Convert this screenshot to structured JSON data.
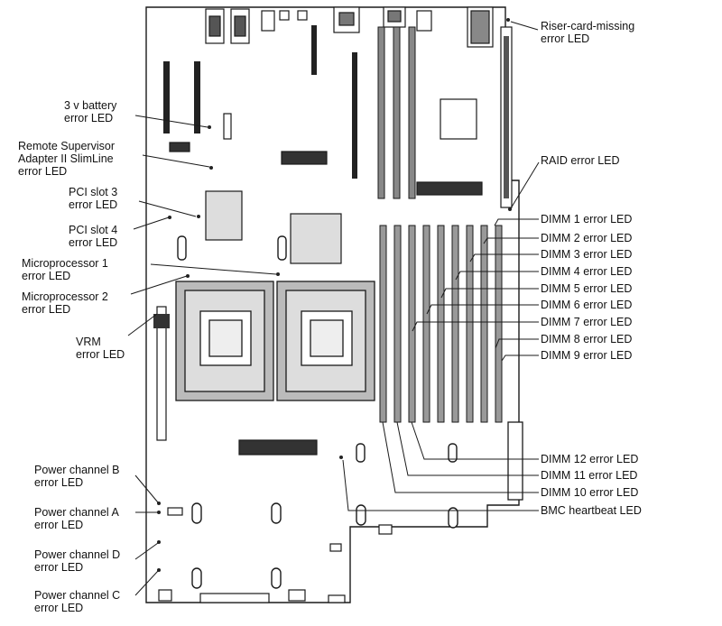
{
  "labels": {
    "riser": {
      "l1": "Riser-card-missing",
      "l2": "error LED"
    },
    "battery": {
      "l1": "3 v battery",
      "l2": "error LED"
    },
    "rsa": {
      "l1": "Remote Supervisor",
      "l2": "Adapter II SlimLine",
      "l3": "error LED"
    },
    "pci3": {
      "l1": "PCI slot 3",
      "l2": "error LED"
    },
    "pci4": {
      "l1": "PCI slot 4",
      "l2": "error LED"
    },
    "cpu1": {
      "l1": "Microprocessor 1",
      "l2": "error LED"
    },
    "cpu2": {
      "l1": "Microprocessor 2",
      "l2": "error LED"
    },
    "vrm": {
      "l1": "VRM",
      "l2": "error LED"
    },
    "pwrB": {
      "l1": "Power channel B",
      "l2": "error LED"
    },
    "pwrA": {
      "l1": "Power channel A",
      "l2": "error LED"
    },
    "pwrD": {
      "l1": "Power channel D",
      "l2": "error LED"
    },
    "pwrC": {
      "l1": "Power channel C",
      "l2": "error LED"
    },
    "raid": "RAID error LED",
    "dimm1": "DIMM 1 error LED",
    "dimm2": "DIMM 2 error LED",
    "dimm3": "DIMM 3 error LED",
    "dimm4": "DIMM 4 error LED",
    "dimm5": "DIMM 5 error LED",
    "dimm6": "DIMM 6 error LED",
    "dimm7": "DIMM 7 error LED",
    "dimm8": "DIMM 8 error LED",
    "dimm9": "DIMM 9 error LED",
    "dimm12": "DIMM 12 error LED",
    "dimm11": "DIMM 11 error LED",
    "dimm10": "DIMM 10 error LED",
    "bmc": "BMC heartbeat LED"
  },
  "colors": {
    "ink": "#1a1a1a",
    "board": "#ffffff",
    "shade": "#cfcfcf"
  }
}
